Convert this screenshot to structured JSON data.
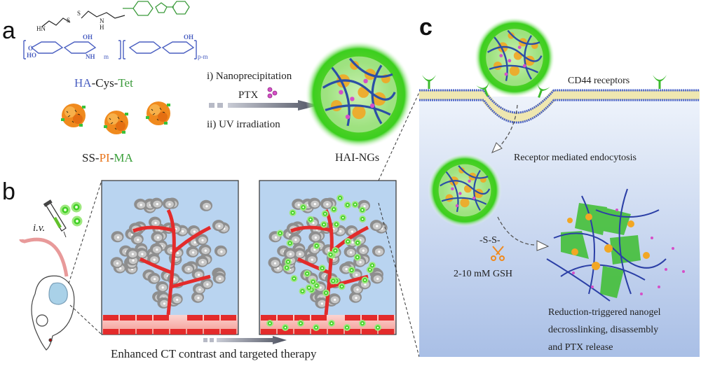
{
  "panels": {
    "a": "a",
    "b": "b",
    "c": "c"
  },
  "panel_a": {
    "polymer_name": {
      "part1": "HA",
      "sep1": "-Cys-",
      "part2": "Tet"
    },
    "crosslinker_name": {
      "part1": "SS-",
      "part2": "PI",
      "sep": "-",
      "part3": "MA"
    },
    "step1": "i) Nanoprecipitation",
    "drug": "PTX",
    "step2": "ii)  UV irradiation",
    "product": "HAI-NGs",
    "structure_labels": {
      "hn": "HN",
      "s1": "S",
      "s2": "S",
      "nh": "N",
      "h": "H",
      "m": "m",
      "pm": "p-m",
      "oh": "OH",
      "ho": "HO",
      "o": "O",
      "nh2": "NH"
    }
  },
  "panel_b": {
    "route": "i.v.",
    "caption": "Enhanced CT contrast and targeted therapy"
  },
  "panel_c": {
    "receptors": "CD44 receptors",
    "endocytosis": "Receptor mediated endocytosis",
    "bond": "-S-S-",
    "gsh": "2-10 mM GSH",
    "release_line1": "Reduction-triggered nanogel",
    "release_line2": "decrosslinking, disassembly",
    "release_line3": "and PTX release"
  },
  "colors": {
    "ha": "#4a5fc1",
    "tet": "#3a9a3a",
    "pi": "#e8731a",
    "ma": "#3aa03a",
    "vessel": "#e32b2b",
    "nanogel": "#39d82a",
    "cell_bg": "#b9d4f0"
  }
}
